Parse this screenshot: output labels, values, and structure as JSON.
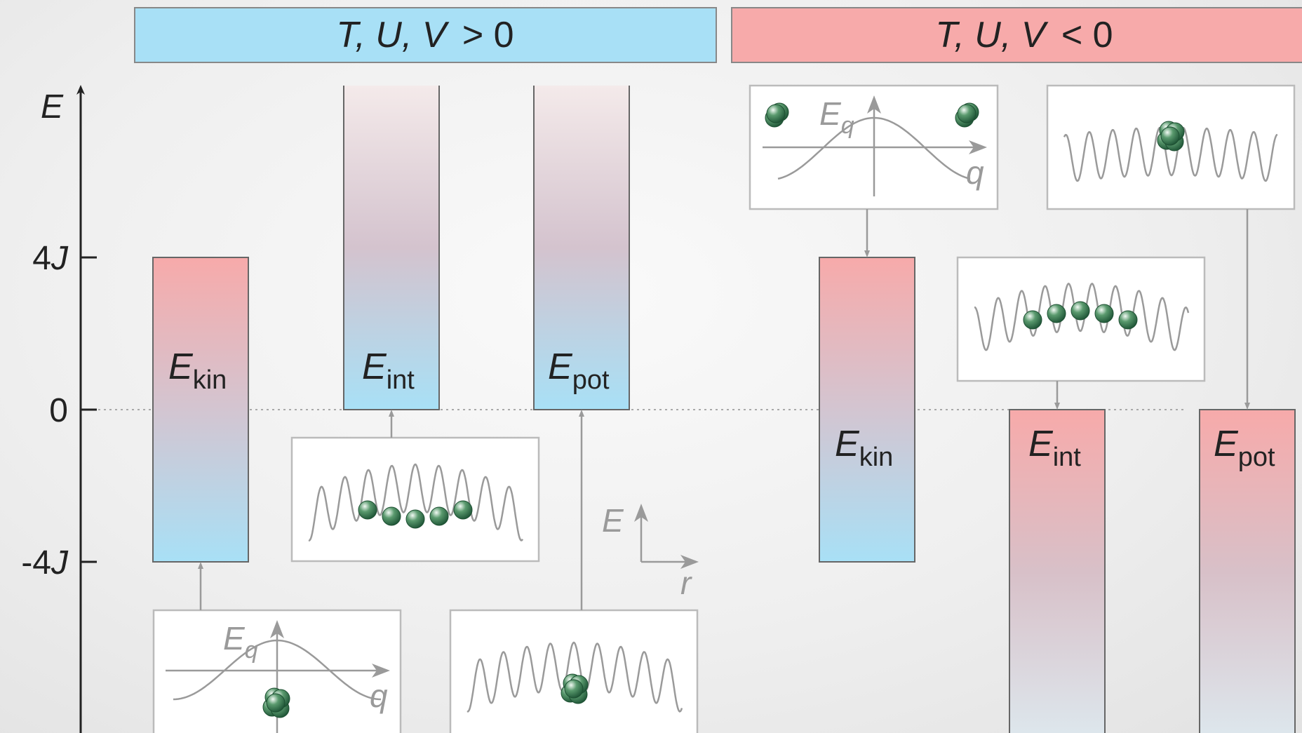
{
  "headers": {
    "positive": {
      "vars": "T, U, V",
      "op": "> 0"
    },
    "negative": {
      "vars": "T, U, V",
      "op": "< 0"
    }
  },
  "axis": {
    "label": "E",
    "ticks": [
      {
        "label": "4J",
        "num": "4",
        "var": "J"
      },
      {
        "label": "0",
        "num": "0",
        "var": ""
      },
      {
        "label": "-4J",
        "num": "-4",
        "var": "J"
      }
    ]
  },
  "bars": {
    "left_kin": {
      "E": "E",
      "sub": "kin",
      "range_J": [
        -4,
        4
      ]
    },
    "left_int": {
      "E": "E",
      "sub": "int",
      "range_J": [
        0,
        "∞"
      ]
    },
    "left_pot": {
      "E": "E",
      "sub": "pot",
      "range_J": [
        0,
        "∞"
      ]
    },
    "right_kin": {
      "E": "E",
      "sub": "kin",
      "range_J": [
        -4,
        4
      ]
    },
    "right_int": {
      "E": "E",
      "sub": "int",
      "range_J": [
        "-∞",
        0
      ]
    },
    "right_pot": {
      "E": "E",
      "sub": "pot",
      "range_J": [
        "-∞",
        0
      ]
    }
  },
  "insets": {
    "dispersion_label": {
      "E": "E",
      "sub": "q",
      "q": "q"
    },
    "potential_axes": {
      "E": "E",
      "r": "r"
    }
  },
  "colors": {
    "blue": "#a8e0f6",
    "pink": "#f7aaaa",
    "mauve": "#d3c5d1",
    "green": "#2a7046",
    "gray": "#9a9a9a"
  }
}
